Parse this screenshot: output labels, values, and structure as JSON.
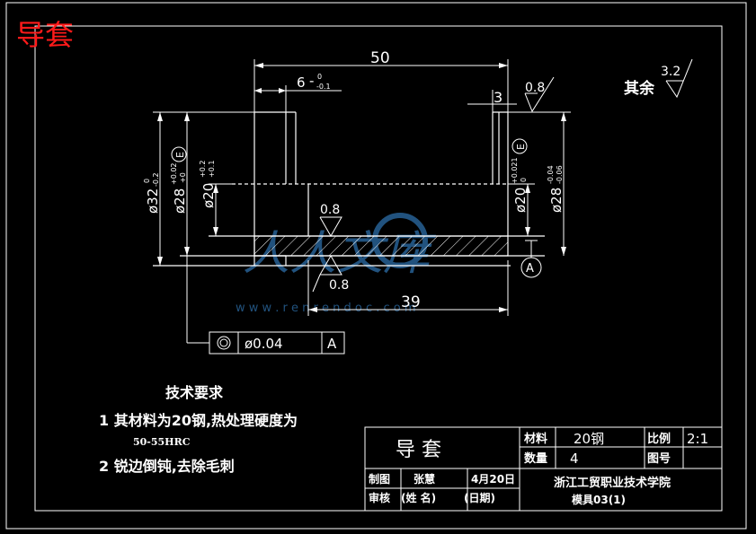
{
  "page_title": "导套",
  "dims": {
    "length_total": "50",
    "groove_width": "6",
    "groove_tol_top": "0",
    "groove_tol_bot": "-0.1",
    "chamfer": "3",
    "bore_length": "39",
    "od_left": "ø32",
    "od_left_tol_top": "0",
    "od_left_tol_bot": "-0.2",
    "od_left2": "ø28",
    "od_left2_tol_top": "+0.02",
    "od_left2_tol_bot": "+0",
    "od_left2_mark": "E",
    "id_left": "ø20",
    "id_left_tol_top": "+0.2",
    "id_left_tol_bot": "+0.1",
    "id_right": "ø20",
    "id_right_tol_top": "+0.021",
    "id_right_tol_bot": "0",
    "id_right_mark": "E",
    "od_right": "ø28",
    "od_right_tol_top": "-0.04",
    "od_right_tol_bot": "-0.06"
  },
  "roughness": {
    "top": "0.8",
    "inner": "0.8",
    "bottom": "0.8",
    "general_label": "其余",
    "general_value": "3.2"
  },
  "datum": "A",
  "tolerance_frame": {
    "value": "ø0.04",
    "datum": "A"
  },
  "watermark": {
    "text": "人人文库",
    "url": "w w w . r e n r e n d o c . c o m"
  },
  "requirements": {
    "title": "技术要求",
    "line1": "1  其材料为20钢,热处理硬度为",
    "line1b": "50-55HRC",
    "line2": "2  锐边倒钝,去除毛刺"
  },
  "title_block": {
    "part_name": "导  套",
    "material_label": "材料",
    "material": "20钢",
    "scale_label": "比例",
    "scale": "2:1",
    "qty_label": "数量",
    "qty": "4",
    "drawing_no_label": "图号",
    "drawing_no": "",
    "drawn_label": "制图",
    "drawn_by": "张慧",
    "drawn_date": "4月20日",
    "checked_label": "审核",
    "name_placeholder": "(姓  名)",
    "date_placeholder": "(日期)",
    "school": "浙江工贸职业技术学院",
    "project": "模具03(1)"
  }
}
